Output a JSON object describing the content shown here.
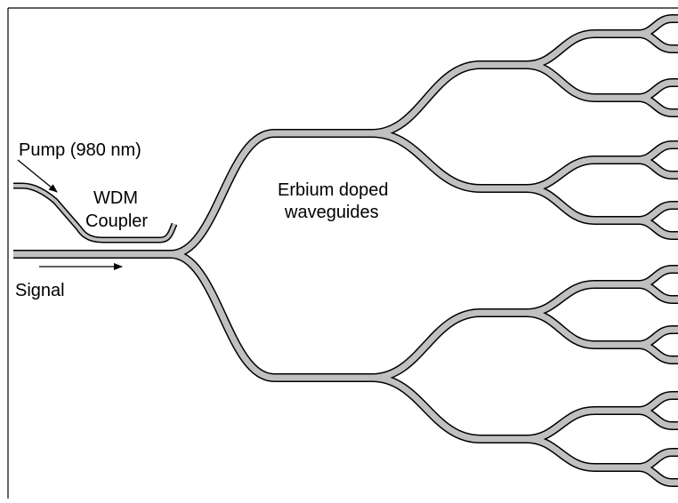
{
  "labels": {
    "pump": "Pump (980 nm)",
    "coupler_line1": "WDM",
    "coupler_line2": "Coupler",
    "waveguide_line1": "Erbium doped",
    "waveguide_line2": "waveguides",
    "signal": "Signal"
  },
  "colors": {
    "waveguide_fill": "#c0c0c0",
    "waveguide_outline": "#000000",
    "frame": "#000000",
    "background": "#ffffff"
  },
  "icons": {
    "pump_arrow": "arrow-down-right-icon",
    "signal_arrow": "arrow-right-icon"
  },
  "structure": {
    "split_levels": 4,
    "output_ports": 16
  }
}
